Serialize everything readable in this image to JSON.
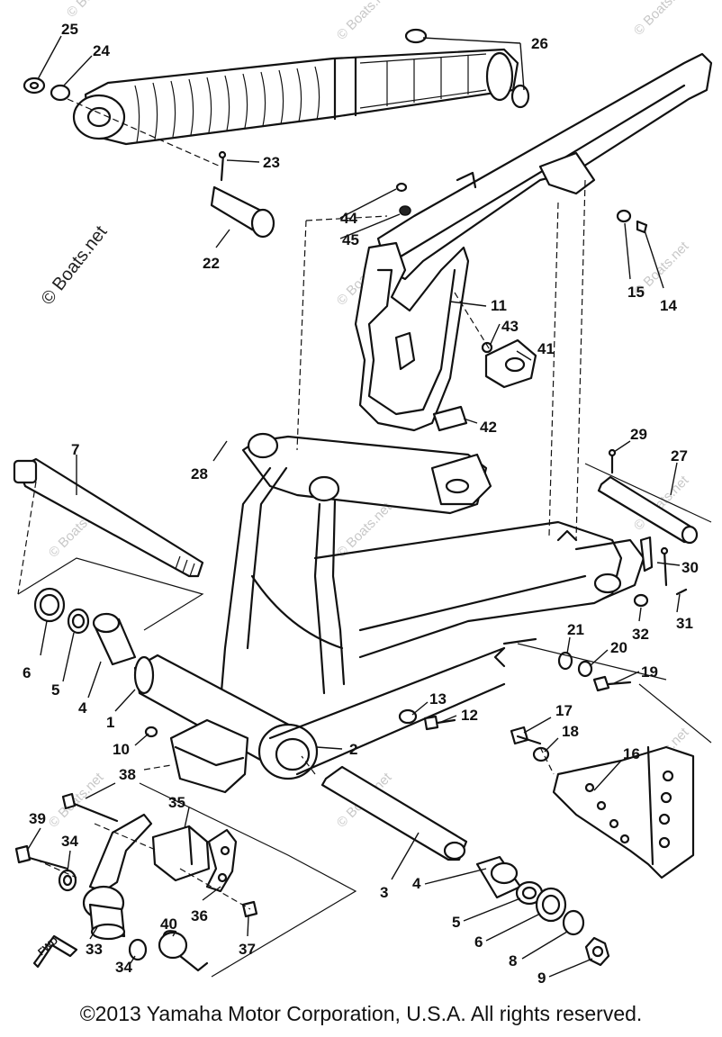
{
  "diagram": {
    "part_labels": {
      "p1": "1",
      "p2": "2",
      "p3": "3",
      "p4a": "4",
      "p4b": "4",
      "p5a": "5",
      "p5b": "5",
      "p6a": "6",
      "p6b": "6",
      "p7": "7",
      "p8": "8",
      "p9": "9",
      "p10": "10",
      "p11": "11",
      "p12": "12",
      "p13": "13",
      "p14": "14",
      "p15": "15",
      "p16": "16",
      "p17": "17",
      "p18": "18",
      "p19": "19",
      "p20": "20",
      "p21": "21",
      "p22": "22",
      "p23": "23",
      "p24": "24",
      "p25": "25",
      "p26": "26",
      "p27": "27",
      "p28": "28",
      "p29": "29",
      "p30": "30",
      "p31": "31",
      "p32": "32",
      "p33": "33",
      "p34a": "34",
      "p34b": "34",
      "p35": "35",
      "p36": "36",
      "p37": "37",
      "p38": "38",
      "p39": "39",
      "p40": "40",
      "p41": "41",
      "p42": "42",
      "p43": "43",
      "p44": "44",
      "p45": "45"
    },
    "direction_arrow": "FWD",
    "watermarks": {
      "main": "© Boats.net",
      "faint": "© Boats.net"
    }
  },
  "footer": {
    "copyright": "©2013 Yamaha Motor Corporation, U.S.A. All rights reserved."
  }
}
